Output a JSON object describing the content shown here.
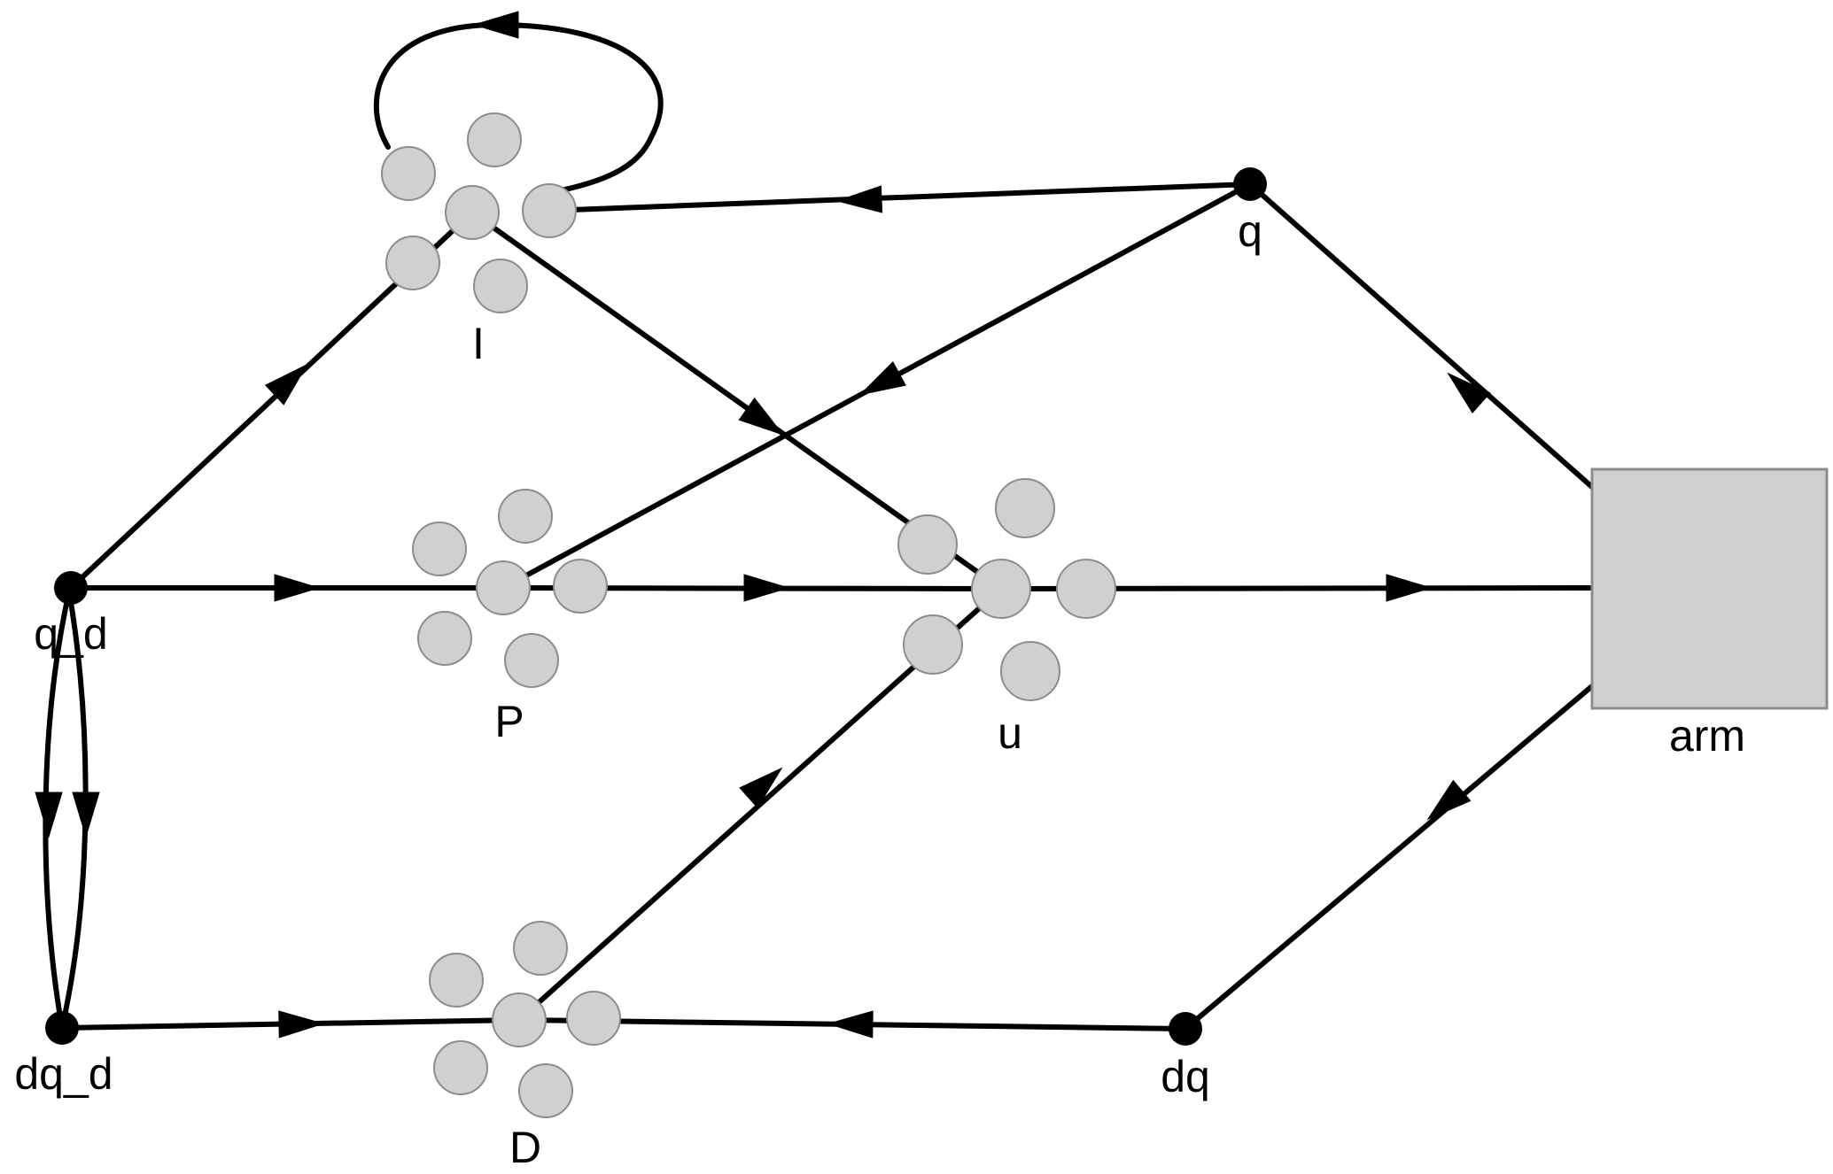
{
  "diagram": {
    "nodes": {
      "q_d": "q_d",
      "dq_d": "dq_d",
      "q": "q",
      "dq": "dq",
      "I": "I",
      "P": "P",
      "D": "D",
      "u": "u",
      "arm": "arm"
    },
    "edges": [
      {
        "from": "q_d",
        "to": "I"
      },
      {
        "from": "q_d",
        "to": "P"
      },
      {
        "from": "q_d",
        "to": "dq_d"
      },
      {
        "from": "q_d",
        "to": "dq_d"
      },
      {
        "from": "dq_d",
        "to": "D"
      },
      {
        "from": "I",
        "to": "I"
      },
      {
        "from": "I",
        "to": "u"
      },
      {
        "from": "P",
        "to": "u"
      },
      {
        "from": "D",
        "to": "u"
      },
      {
        "from": "q",
        "to": "I"
      },
      {
        "from": "q",
        "to": "P"
      },
      {
        "from": "dq",
        "to": "D"
      },
      {
        "from": "u",
        "to": "arm"
      },
      {
        "from": "arm",
        "to": "q"
      },
      {
        "from": "arm",
        "to": "dq"
      }
    ],
    "colors": {
      "edge": "#000000",
      "subsystem_fill": "#d0d0d0",
      "subsystem_stroke": "#8c8c8c",
      "background": "#ffffff"
    }
  }
}
